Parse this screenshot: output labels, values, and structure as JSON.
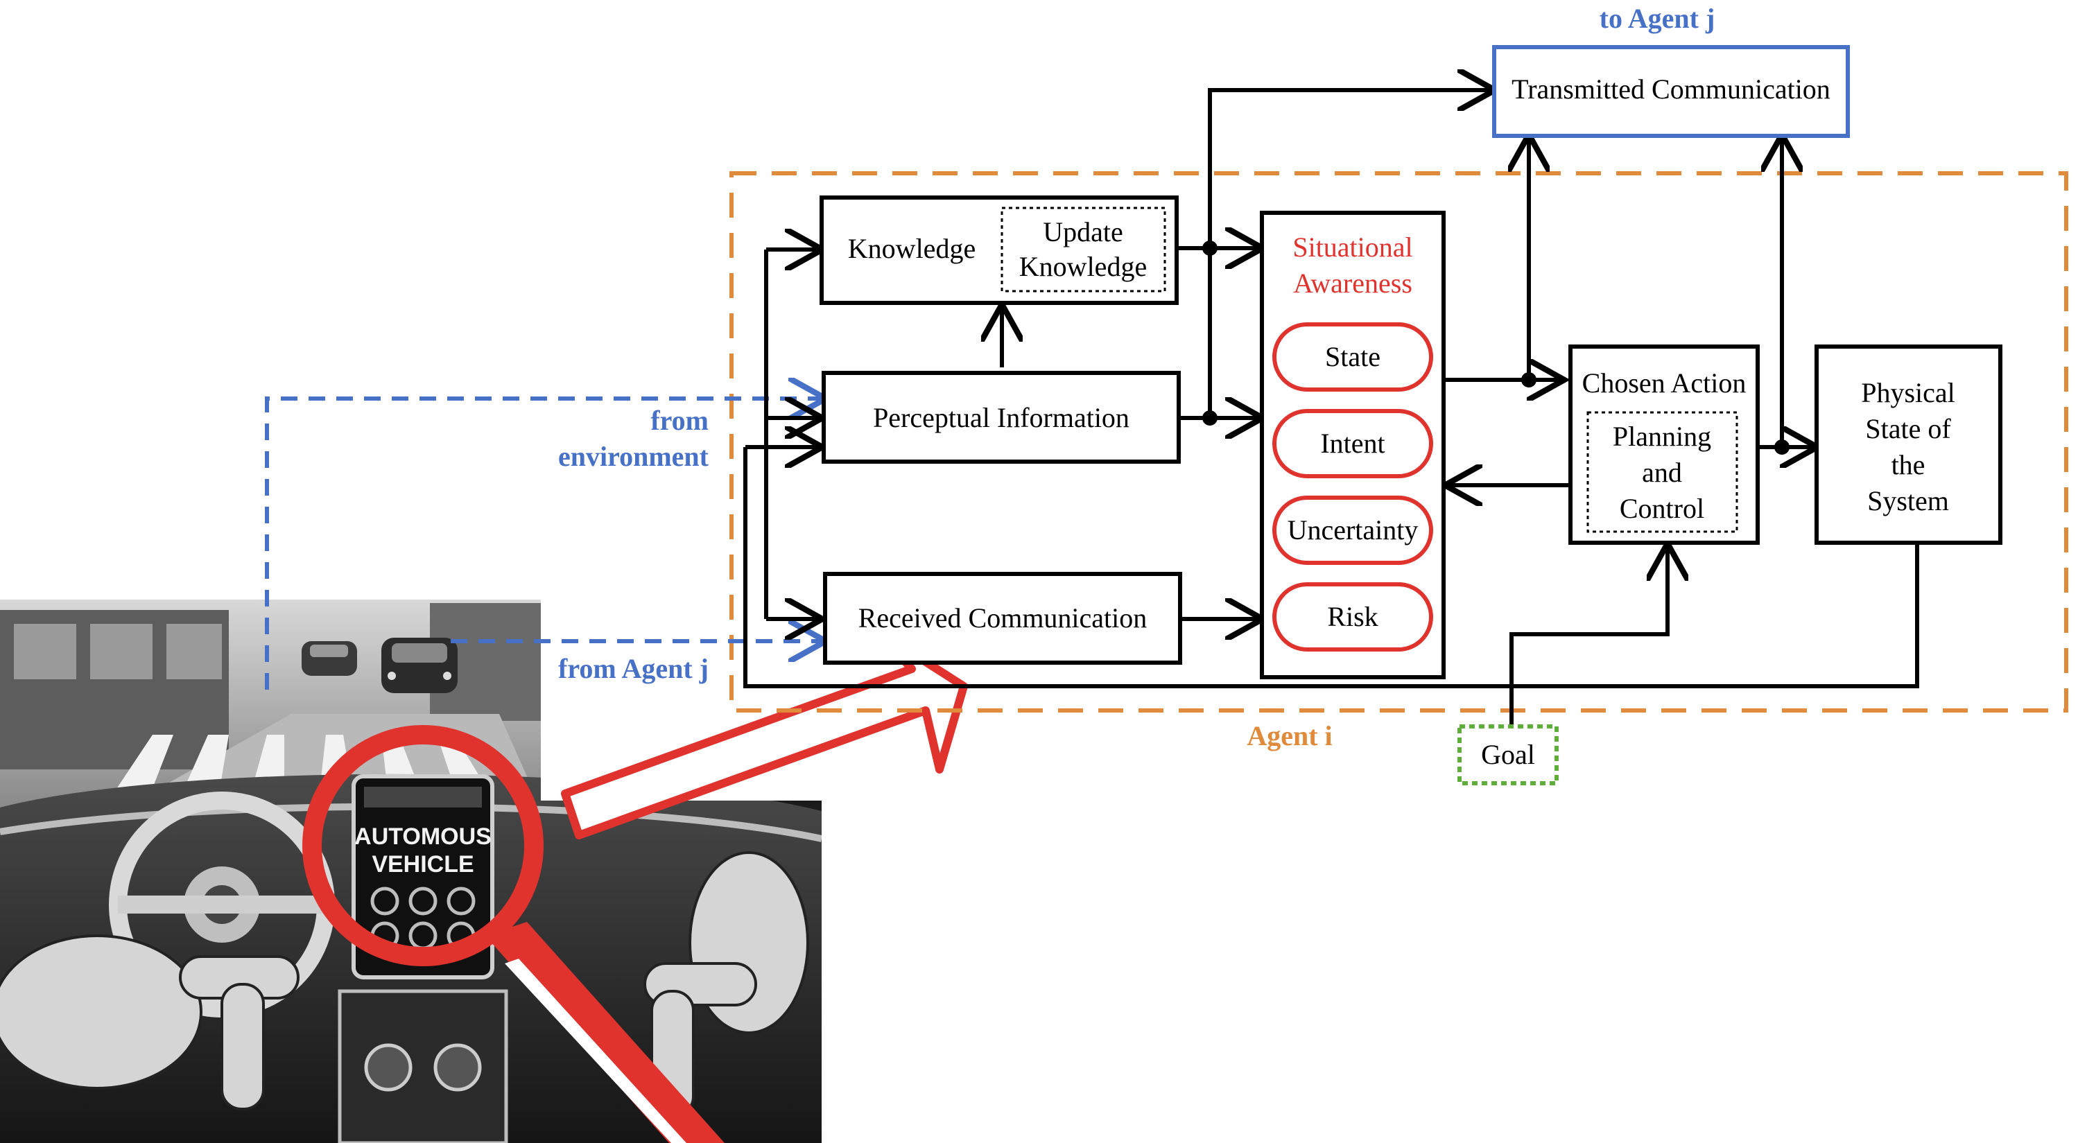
{
  "diagram": {
    "to_agent_label": "to Agent j",
    "transmitted": "Transmitted Communication",
    "knowledge": "Knowledge",
    "update_knowledge": [
      "Update",
      "Knowledge"
    ],
    "perceptual": "Perceptual Information",
    "received": "Received Communication",
    "from_environment": [
      "from",
      "environment"
    ],
    "from_agent": "from Agent j",
    "situational_title": [
      "Situational",
      "Awareness"
    ],
    "sa_items": [
      "State",
      "Intent",
      "Uncertainty",
      "Risk"
    ],
    "chosen_action": "Chosen Action",
    "planning": [
      "Planning",
      "and",
      "Control"
    ],
    "physical": [
      "Physical",
      "State of",
      "the",
      "System"
    ],
    "agent_i": "Agent i",
    "goal": "Goal"
  },
  "photo": {
    "screen_text": [
      "AUTOMOUS",
      "VEHICLE"
    ]
  },
  "colors": {
    "agent_border": "#e08a3c",
    "env_link": "#4671c6",
    "sa_red": "#e0332e",
    "goal_green": "#5fae3c",
    "magnifier_red": "#e0332e"
  }
}
